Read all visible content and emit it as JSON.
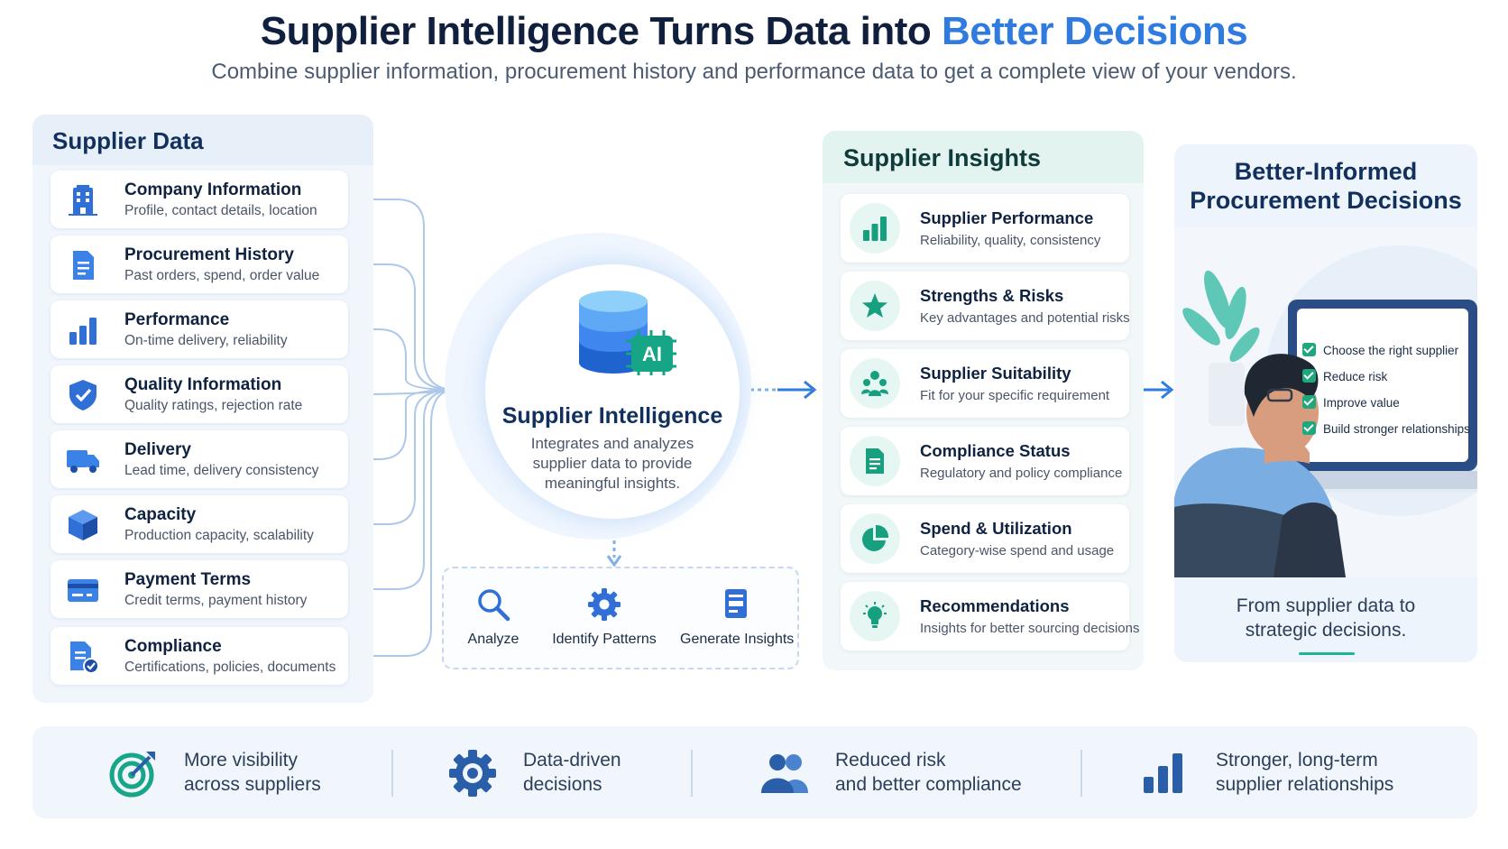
{
  "header": {
    "title_main": "Supplier Intelligence Turns Data into",
    "title_accent": "Better Decisions",
    "subtitle": "Combine supplier information, procurement history and performance data to get a complete view of your vendors."
  },
  "supplier_data": {
    "heading": "Supplier Data",
    "items": [
      {
        "name": "Company Information",
        "desc": "Profile, contact details, location",
        "icon": "building-icon"
      },
      {
        "name": "Procurement History",
        "desc": "Past orders, spend, order value",
        "icon": "document-icon"
      },
      {
        "name": "Performance",
        "desc": "On-time delivery, reliability",
        "icon": "bar-chart-icon"
      },
      {
        "name": "Quality Information",
        "desc": "Quality ratings, rejection rate",
        "icon": "shield-check-icon"
      },
      {
        "name": "Delivery",
        "desc": "Lead time, delivery consistency",
        "icon": "truck-icon"
      },
      {
        "name": "Capacity",
        "desc": "Production capacity, scalability",
        "icon": "box-icon"
      },
      {
        "name": "Payment Terms",
        "desc": "Credit terms, payment history",
        "icon": "credit-card-icon"
      },
      {
        "name": "Compliance",
        "desc": "Certifications, policies, documents",
        "icon": "document-check-icon"
      }
    ]
  },
  "hub": {
    "badge": "AI",
    "title": "Supplier Intelligence",
    "desc": "Integrates and analyzes supplier data to provide meaningful insights.",
    "steps": [
      {
        "label": "Analyze",
        "icon": "magnifier-icon"
      },
      {
        "label": "Identify Patterns",
        "icon": "gear-icon"
      },
      {
        "label": "Generate Insights",
        "icon": "report-icon"
      }
    ]
  },
  "insights": {
    "heading": "Supplier Insights",
    "items": [
      {
        "name": "Supplier Performance",
        "desc": "Reliability, quality, consistency",
        "icon": "bar-chart-icon"
      },
      {
        "name": "Strengths & Risks",
        "desc": "Key advantages and potential risks",
        "icon": "star-icon"
      },
      {
        "name": "Supplier Suitability",
        "desc": "Fit for your specific requirement",
        "icon": "people-group-icon"
      },
      {
        "name": "Compliance Status",
        "desc": "Regulatory and policy compliance",
        "icon": "document-icon"
      },
      {
        "name": "Spend & Utilization",
        "desc": "Category-wise spend and usage",
        "icon": "pie-chart-icon"
      },
      {
        "name": "Recommendations",
        "desc": "Insights for better sourcing decisions",
        "icon": "lightbulb-icon"
      }
    ]
  },
  "decisions": {
    "title_line1": "Better-Informed",
    "title_line2": "Procurement Decisions",
    "checklist": [
      "Choose the right supplier",
      "Reduce risk",
      "Improve value",
      "Build stronger relationships"
    ],
    "caption_line1": "From supplier data to",
    "caption_line2": "strategic decisions."
  },
  "benefits": [
    {
      "line1": "More visibility",
      "line2": "across suppliers",
      "icon": "target-icon"
    },
    {
      "line1": "Data-driven",
      "line2": "decisions",
      "icon": "gear-icon"
    },
    {
      "line1": "Reduced risk",
      "line2": "and better compliance",
      "icon": "people-icon"
    },
    {
      "line1": "Stronger, long-term",
      "line2": "supplier relationships",
      "icon": "bar-chart-icon"
    }
  ],
  "colors": {
    "accent_blue": "#2f7be0",
    "navy": "#12305e",
    "teal": "#1fa87e"
  }
}
